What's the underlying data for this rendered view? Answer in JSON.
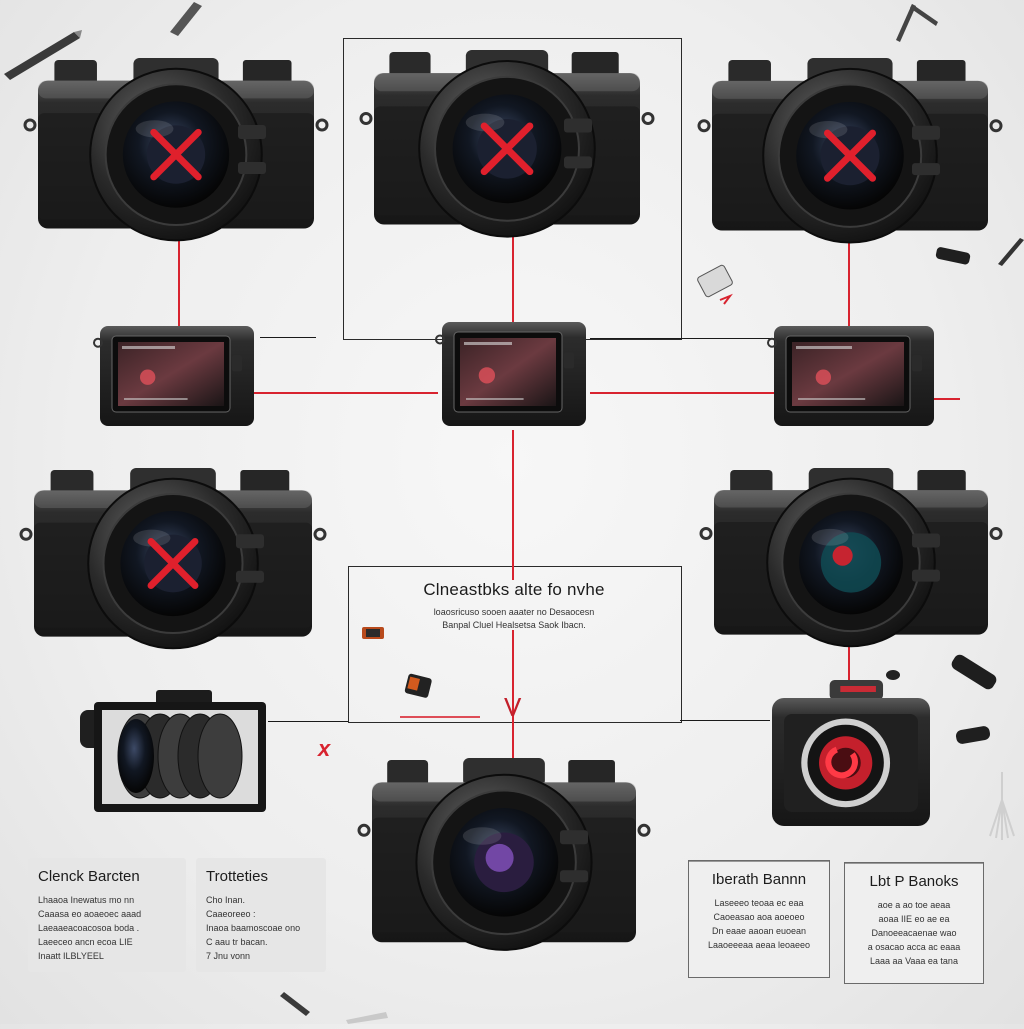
{
  "diagram": {
    "center_note": {
      "title": "Clneastbks alte fo nvhe",
      "lines": [
        "loaosricuso sooen aaater no Desaocesn",
        "Banpal Cluel Healsetsa Saok Ibacn."
      ]
    },
    "cards": [
      {
        "title": "Clenck Barcten",
        "lines": [
          "Lhaaoa Inewatus mo nn",
          "Caaasa eo aoaeoec aaad",
          "Laeaaeacoacosoa boda .",
          "Laeeceo ancn ecoa LIE",
          "Inaatt ILBLYEEL"
        ]
      },
      {
        "title": "Trotteties",
        "lines": [
          "Cho Inan.",
          "Caaeoreeo :",
          "Inaoa baamoscoae ono",
          "C aau tr bacan.",
          "7 Jnu vonn"
        ]
      },
      {
        "title": "Iberath Bannn",
        "lines": [
          "Laseeeo teoaa ec eaa",
          "Caoeasao aoa aoeoeo",
          "Dn eaae aaoan euoean",
          "Laaoeeeaa aeaa leoaeeo"
        ]
      },
      {
        "title": "Lbt P Banoks",
        "lines": [
          "aoe a ao toe aeaa",
          "aoaa IIE eo ae ea",
          "Danoeeacaenae wao",
          "a osacao acca ac eaaa",
          "Laaa aa Vaaa ea tana"
        ]
      }
    ],
    "marks": [
      "x",
      "V"
    ]
  }
}
